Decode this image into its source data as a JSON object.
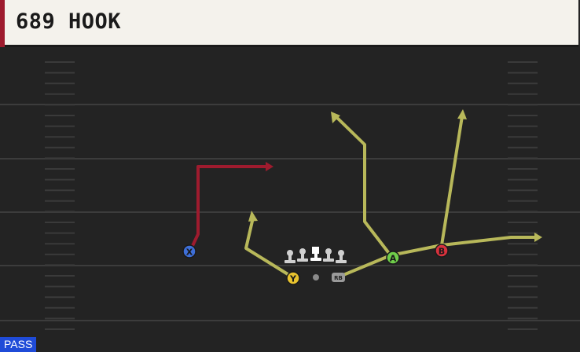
{
  "play": {
    "title": "689 HOOK",
    "type_badge": "PASS"
  },
  "colors": {
    "route_primary": "#9e1b2e",
    "route_default": "#b8b85a",
    "receiver_x": "#3e6fd8",
    "receiver_y": "#e8c32e",
    "receiver_a": "#6fce4a",
    "receiver_b": "#d8323d",
    "lineman": "#d0d0d0",
    "badge": "#1f4bd8"
  },
  "players": {
    "x": {
      "label": "X",
      "icon": "receiver-x-icon"
    },
    "y": {
      "label": "Y",
      "icon": "receiver-y-icon"
    },
    "a": {
      "label": "A",
      "icon": "receiver-a-icon"
    },
    "b": {
      "label": "B",
      "icon": "receiver-b-icon"
    },
    "rb": {
      "label": "RB",
      "icon": "running-back-icon"
    },
    "qb": {
      "icon": "quarterback-dot-icon"
    },
    "line": {
      "icon": "offensive-lineman-icon",
      "count": 5
    }
  }
}
